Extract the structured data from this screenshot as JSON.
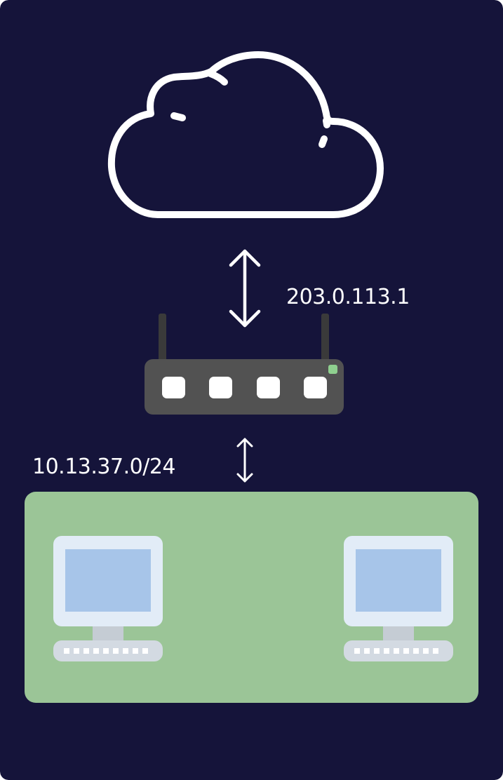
{
  "colors": {
    "background": "#15143a",
    "cloud_stroke": "#ffffff",
    "arrow_stroke": "#ffffff",
    "router_body": "#525252",
    "router_antenna": "#3a3a3a",
    "router_port": "#ffffff",
    "router_led": "#8fd08f",
    "lan_area": "#9bc597",
    "monitor_bezel": "#e2ecf7",
    "monitor_screen": "#a7c5e9",
    "monitor_neck": "#c5ccd4",
    "keyboard_body": "#d3dae2",
    "keyboard_keys": "#ffffff"
  },
  "labels": {
    "wan_ip": "203.0.113.1",
    "lan_subnet": "10.13.37.0/24"
  },
  "icons": {
    "internet": "cloud-icon",
    "router": "router-icon",
    "workstation": "computer-icon"
  },
  "router": {
    "port_count": 4
  },
  "lan": {
    "workstations": [
      "computer-1",
      "computer-2"
    ]
  }
}
